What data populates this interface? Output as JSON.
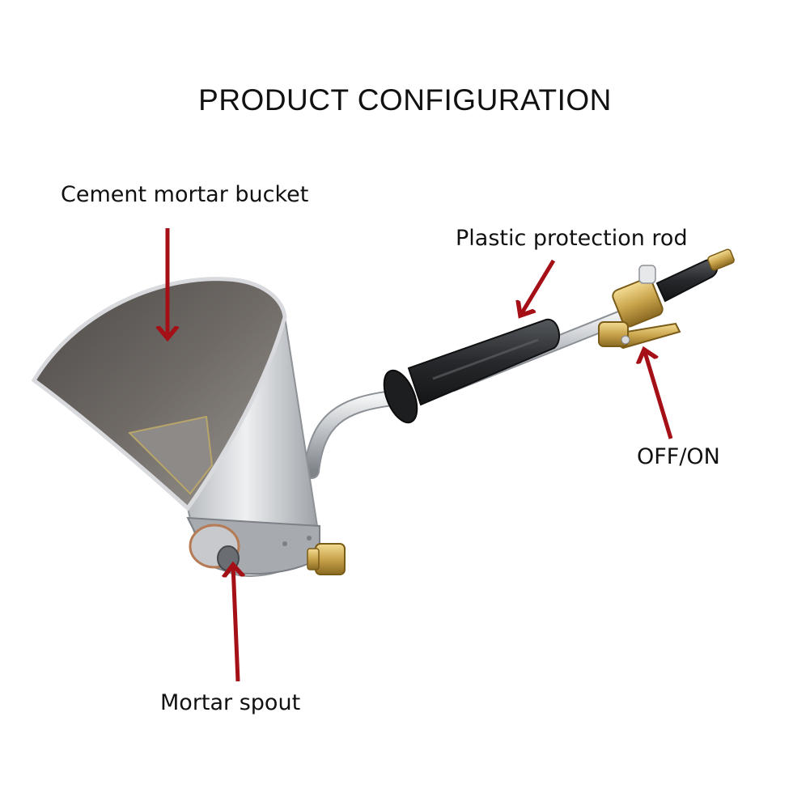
{
  "title": "PRODUCT CONFIGURATION",
  "labels": {
    "bucket": "Cement mortar bucket",
    "rod": "Plastic protection rod",
    "switch": "OFF/ON",
    "spout": "Mortar spout"
  },
  "colors": {
    "arrow": "#a50f16",
    "steel": "#c9ccd0",
    "grip": "#2b2d30",
    "brass": "#c9a44c"
  }
}
